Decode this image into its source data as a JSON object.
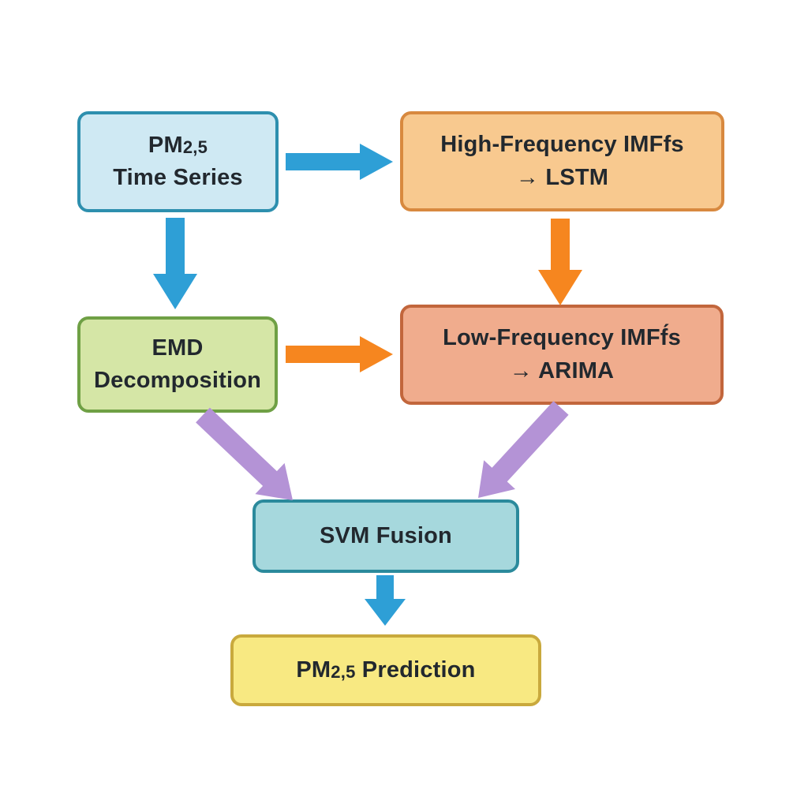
{
  "diagram": {
    "type": "flowchart",
    "background": "#ffffff",
    "nodes": {
      "pm25_time_series": {
        "text_main": "PM",
        "text_sub": "2,5",
        "line2": "Time Series",
        "fill": "#cfe9f3",
        "border": "#2d8fae"
      },
      "high_frequency": {
        "line1": "High-Frequency IMFfs",
        "line2": "→ LSTM",
        "fill": "#f8c98f",
        "border": "#d8893f"
      },
      "emd": {
        "line1": "EMD",
        "line2": "Decomposition",
        "fill": "#d5e6a6",
        "border": "#6fa045"
      },
      "low_frequency": {
        "line1": "Low-Frequency IMFf́s",
        "line2": "→ ARIMA",
        "fill": "#f0ac8d",
        "border": "#c2663c"
      },
      "svm_fusion": {
        "label": "SVM Fusion",
        "fill": "#a6d8dd",
        "border": "#2b8a9c"
      },
      "pm25_prediction": {
        "text_main": "PM",
        "text_sub": "2,5",
        "text_rest": " Prediction",
        "fill": "#f8e982",
        "border": "#c9a93d"
      }
    },
    "arrows": [
      {
        "name": "time-series-to-high-frequency",
        "direction": "right",
        "color": "#2e9fd6"
      },
      {
        "name": "time-series-to-emd",
        "direction": "down",
        "color": "#2e9fd6"
      },
      {
        "name": "high-frequency-to-low-frequency",
        "direction": "down",
        "color": "#f6861f"
      },
      {
        "name": "emd-to-low-frequency",
        "direction": "right",
        "color": "#f6861f"
      },
      {
        "name": "emd-to-svm-fusion",
        "direction": "diagonal-down-right",
        "color": "#b493d6"
      },
      {
        "name": "low-frequency-to-svm-fusion",
        "direction": "diagonal-down-left",
        "color": "#b493d6"
      },
      {
        "name": "svm-fusion-to-prediction",
        "direction": "down",
        "color": "#2e9fd6"
      }
    ],
    "colors": {
      "arrow_blue": "#2e9fd6",
      "arrow_orange": "#f6861f",
      "arrow_purple": "#b493d6",
      "text": "#22282e"
    }
  }
}
